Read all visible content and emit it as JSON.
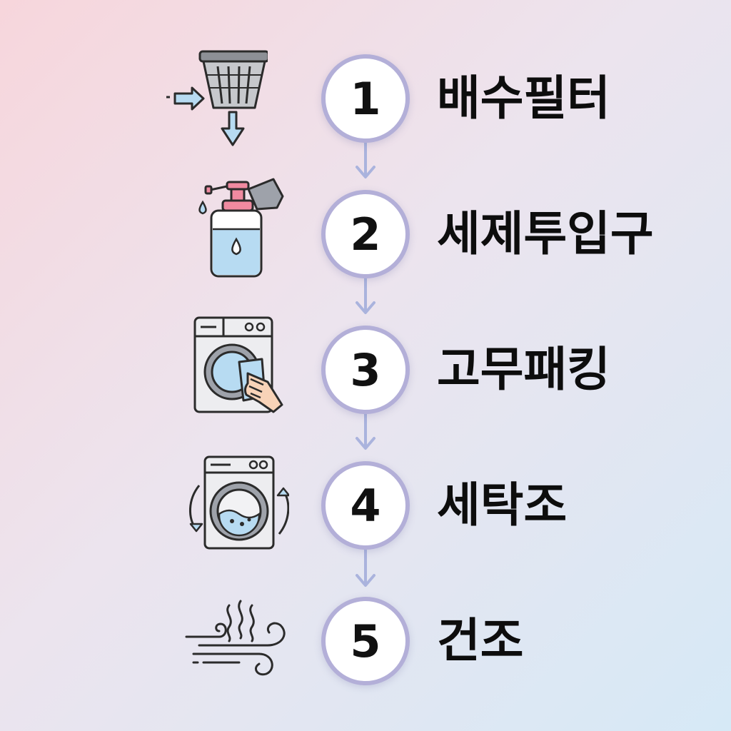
{
  "steps": [
    {
      "number": "1",
      "label": "배수필터",
      "icon": "drain-filter-icon"
    },
    {
      "number": "2",
      "label": "세제투입구",
      "icon": "detergent-bottle-icon"
    },
    {
      "number": "3",
      "label": "고무패킹",
      "icon": "washer-door-wipe-icon"
    },
    {
      "number": "4",
      "label": "세탁조",
      "icon": "washer-drum-rotate-icon"
    },
    {
      "number": "5",
      "label": "건조",
      "icon": "air-drying-icon"
    }
  ],
  "colors": {
    "circle_border": "#b3afd8",
    "connector": "#aab3dd",
    "accent_blue": "#b7dbf2",
    "accent_pink": "#f08aa0",
    "icon_stroke": "#2b2b2b"
  }
}
